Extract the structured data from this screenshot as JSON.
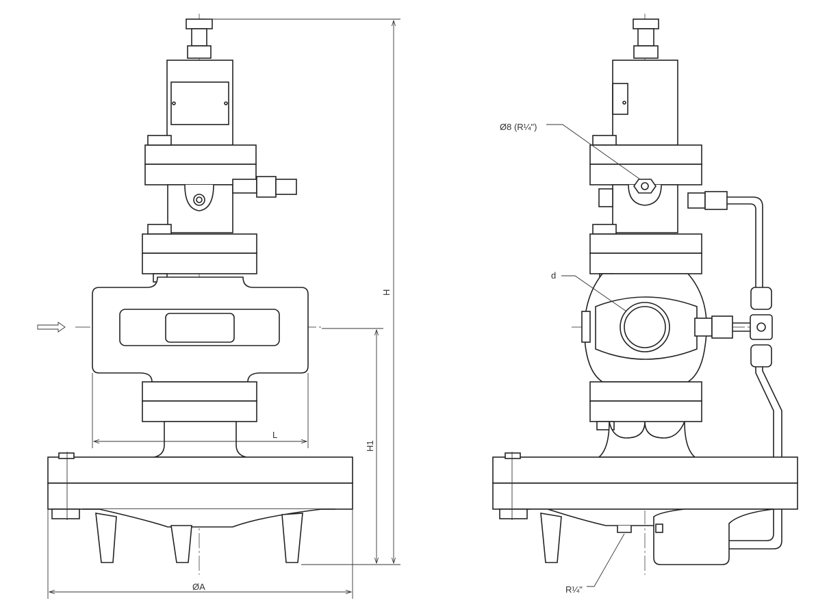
{
  "labels": {
    "height": "H",
    "inlet_height": "H1",
    "length": "L",
    "flange_diameter": "ØA",
    "gauge_port": "Ø8 (R¼\")",
    "pipe_diameter": "d",
    "drain_port": "R¼\""
  },
  "icons": {
    "flow_direction": "arrow-right-icon"
  }
}
